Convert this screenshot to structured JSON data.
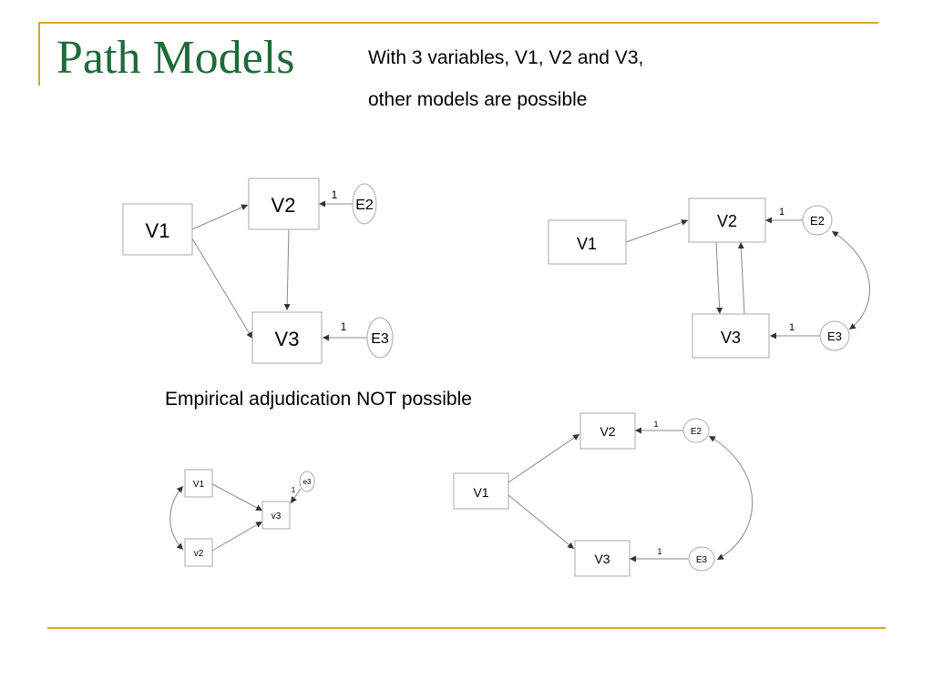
{
  "slide": {
    "title": "Path Models",
    "subtitle_line1": "With 3 variables, V1, V2 and V3,",
    "subtitle_line2": "other models are possible",
    "caption": "Empirical adjudication NOT possible"
  },
  "diagrams": {
    "top_left": {
      "nodes": {
        "v1": "V1",
        "v2": "V2",
        "v3": "V3",
        "e2": "E2",
        "e3": "E3"
      },
      "edge_labels": {
        "e2_v2": "1",
        "e3_v3": "1"
      }
    },
    "top_right": {
      "nodes": {
        "v1": "V1",
        "v2": "V2",
        "v3": "V3",
        "e2": "E2",
        "e3": "E3"
      },
      "edge_labels": {
        "e2_v2": "1",
        "e3_v3": "1"
      }
    },
    "bottom_left": {
      "nodes": {
        "v1": "V1",
        "v2": "v2",
        "v3": "v3",
        "e3": "e3"
      },
      "edge_labels": {
        "e3_v3": "1"
      }
    },
    "bottom_right": {
      "nodes": {
        "v1": "V1",
        "v2": "V2",
        "v3": "V3",
        "e2": "E2",
        "e3": "E3"
      },
      "edge_labels": {
        "e2_v2": "1",
        "e3_v3": "1"
      }
    }
  },
  "colors": {
    "title": "#1f6a3a",
    "rule": "#d4a829"
  }
}
